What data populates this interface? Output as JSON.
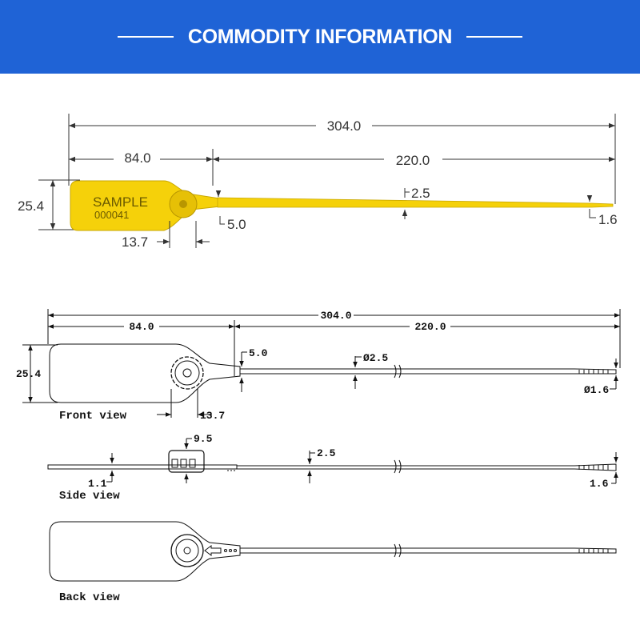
{
  "banner": {
    "title": "COMMODITY INFORMATION"
  },
  "photo": {
    "label_text": "SAMPLE",
    "serial": "000041",
    "dims": {
      "total": "304.0",
      "tag_length": "84.0",
      "strap_length": "220.0",
      "tag_height": "25.4",
      "strap_dia": "2.5",
      "lock_offset": "5.0",
      "lock_width": "13.7",
      "tip_dia": "1.6"
    }
  },
  "front_view": {
    "caption": "Front view",
    "dims": {
      "total": "304.0",
      "tag_length": "84.0",
      "strap_length": "220.0",
      "tag_height": "25.4",
      "lock_offset": "5.0",
      "strap_dia": "Ø2.5",
      "lock_width": "13.7",
      "tip_dia": "Ø1.6"
    }
  },
  "side_view": {
    "caption": "Side view",
    "dims": {
      "lock_height": "9.5",
      "strap_dia": "2.5",
      "tag_thickness": "1.1",
      "tip_dia": "1.6"
    }
  },
  "back_view": {
    "caption": "Back view"
  },
  "colors": {
    "banner": "#1f63d6",
    "tag": "#f5d10a",
    "outline": "#111111"
  }
}
